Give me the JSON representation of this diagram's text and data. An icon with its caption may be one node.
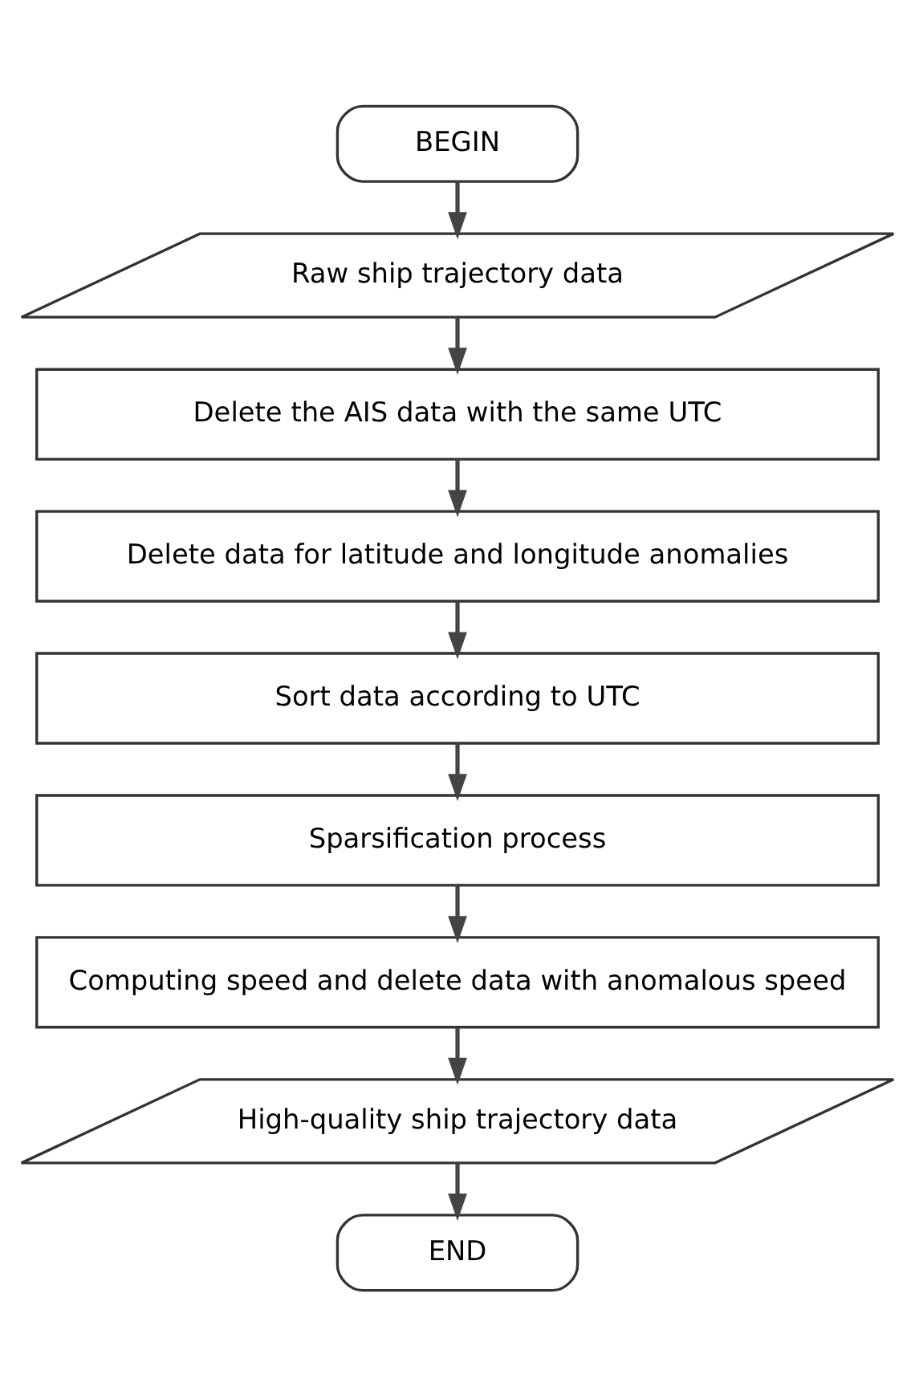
{
  "diagram": {
    "nodes": [
      {
        "text": [
          "BEGIN"
        ]
      },
      {
        "text": [
          "Raw ship trajectory data"
        ]
      },
      {
        "text": [
          "Delete the AIS data with the same UTC"
        ]
      },
      {
        "text": [
          "Delete data for latitude and longitude anomalies"
        ]
      },
      {
        "text": [
          "Sort data according to UTC"
        ]
      },
      {
        "text": [
          "Sparsification process"
        ]
      },
      {
        "text": [
          "Computing speed and delete data with anomalous speed"
        ]
      },
      {
        "text": [
          "High-quality ship trajectory data"
        ]
      },
      {
        "text": [
          "END"
        ]
      }
    ],
    "edges": [
      {
        "from": 0,
        "to": 1,
        "arrow": "to"
      },
      {
        "from": 1,
        "to": 2,
        "arrow": "to"
      },
      {
        "from": 2,
        "to": 3,
        "arrow": "to"
      },
      {
        "from": 3,
        "to": 4,
        "arrow": "to"
      },
      {
        "from": 4,
        "to": 5,
        "arrow": "to"
      },
      {
        "from": 5,
        "to": 6,
        "arrow": "to"
      },
      {
        "from": 6,
        "to": 7,
        "arrow": "to"
      },
      {
        "from": 7,
        "to": 8,
        "arrow": "to"
      }
    ]
  }
}
